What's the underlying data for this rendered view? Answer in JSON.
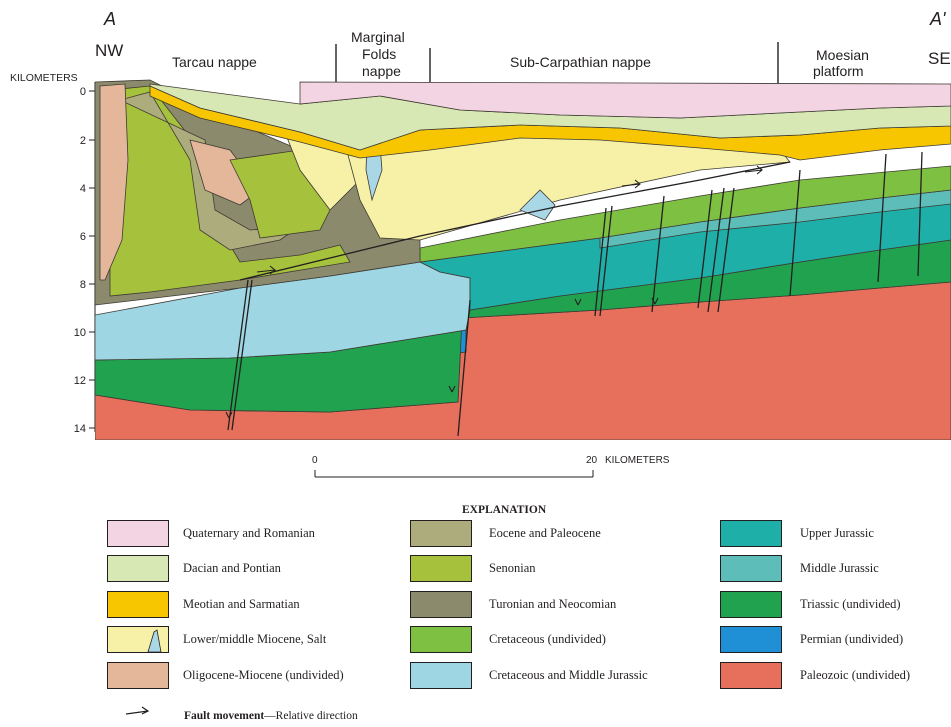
{
  "section": {
    "end_left": "A",
    "end_right": "A'",
    "dir_left": "NW",
    "dir_right": "SE",
    "units_label": "KILOMETERS",
    "depth_ticks": [
      "0",
      "2",
      "4",
      "6",
      "8",
      "10",
      "12",
      "14"
    ],
    "units": [
      {
        "label_lines": [
          "Tarcau nappe"
        ]
      },
      {
        "label_lines": [
          "Marginal",
          "Folds",
          "nappe"
        ]
      },
      {
        "label_lines": [
          "Sub-Carpathian nappe"
        ]
      },
      {
        "label_lines": [
          "Moesian",
          "platform"
        ]
      }
    ]
  },
  "scale_bar": {
    "start": "0",
    "end": "20",
    "unit": "KILOMETERS"
  },
  "explanation": {
    "title": "EXPLANATION",
    "columns": [
      [
        {
          "label": "Quaternary and Romanian",
          "color": "#f3d4e2"
        },
        {
          "label": "Dacian and Pontian",
          "color": "#d7e8b4"
        },
        {
          "label": "Meotian and Sarmatian",
          "color": "#f7c600"
        },
        {
          "label": "Lower/middle Miocene, Salt",
          "color": "#f6f1a6",
          "salt_color": "#a9d7e6"
        },
        {
          "label": "Oligocene-Miocene (undivided)",
          "color": "#e4b69a"
        }
      ],
      [
        {
          "label": "Eocene and Paleocene",
          "color": "#acac7c"
        },
        {
          "label": "Senonian",
          "color": "#a6c23c"
        },
        {
          "label": "Turonian and Neocomian",
          "color": "#8c8a6c"
        },
        {
          "label": "Cretaceous (undivided)",
          "color": "#7ec142"
        },
        {
          "label": "Cretaceous and Middle Jurassic",
          "color": "#9fd6e4"
        }
      ],
      [
        {
          "label": "Upper Jurassic",
          "color": "#1eafa8"
        },
        {
          "label": "Middle Jurassic",
          "color": "#5cbdb9"
        },
        {
          "label": "Triassic (undivided)",
          "color": "#21a24f"
        },
        {
          "label": "Permian (undivided)",
          "color": "#1f8fd6"
        },
        {
          "label": "Paleozoic (undivided)",
          "color": "#e6705c"
        }
      ]
    ],
    "fault_label": "Fault movement",
    "fault_note": "Relative direction"
  }
}
